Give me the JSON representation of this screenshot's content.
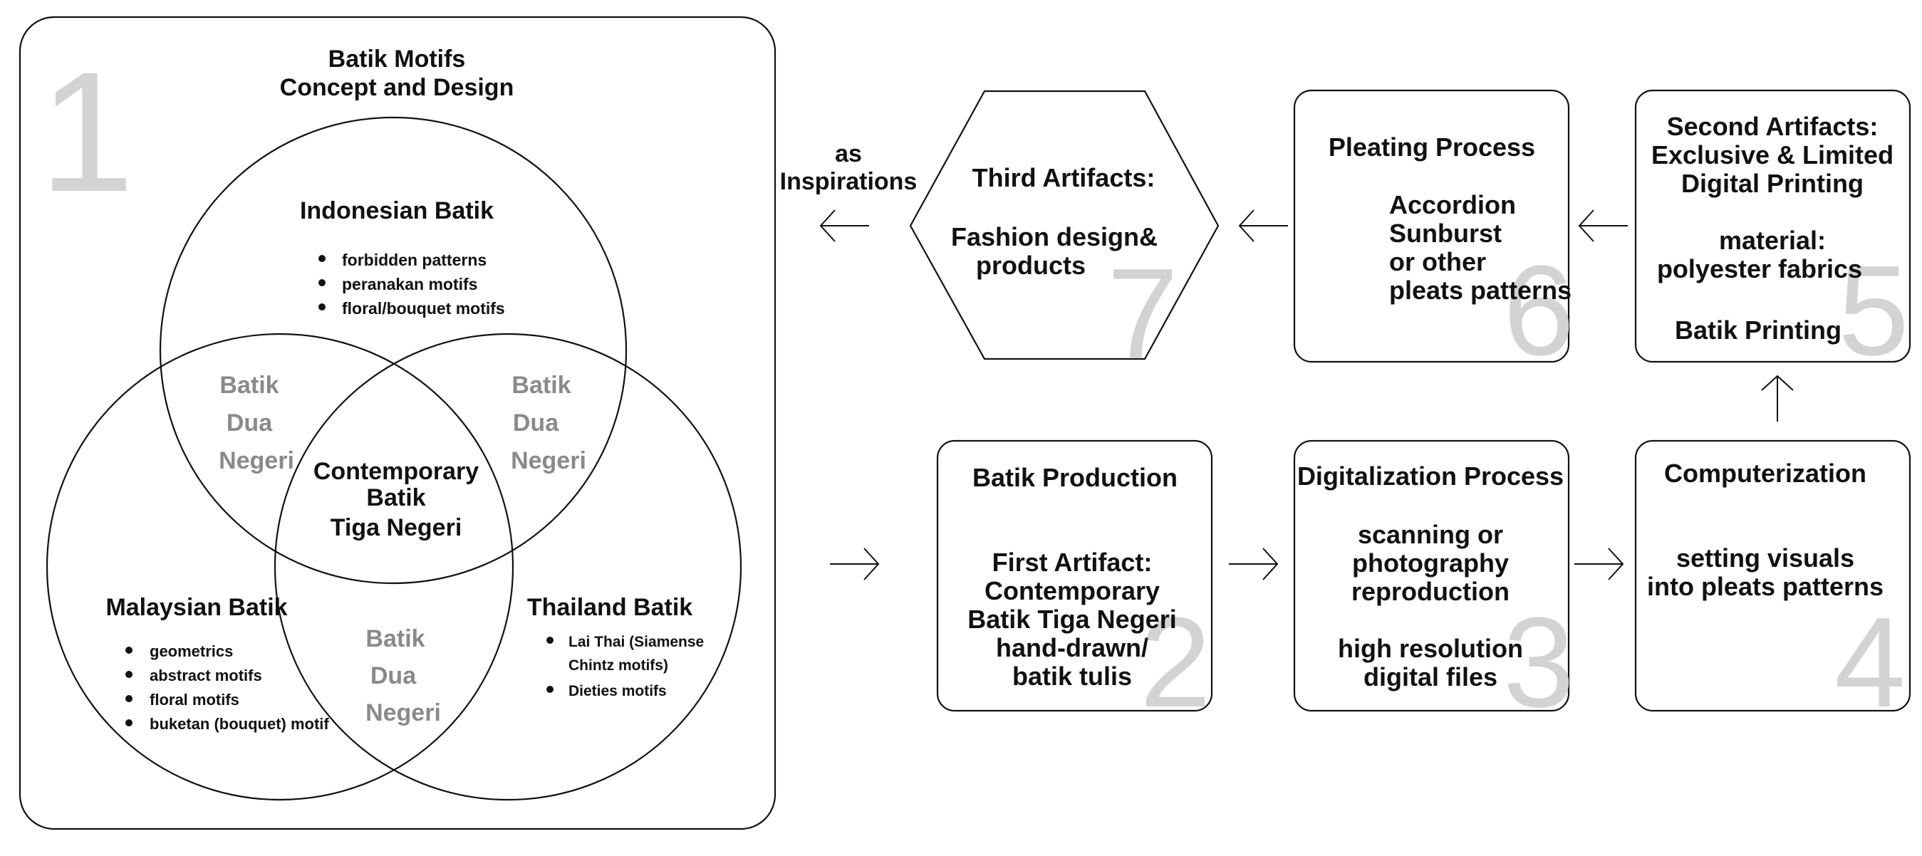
{
  "panel1": {
    "number": "1",
    "title": [
      "Batik Motifs",
      "Concept and Design"
    ]
  },
  "venn": {
    "indonesian": {
      "title": "Indonesian Batik",
      "items": [
        "forbidden patterns",
        "peranakan motifs",
        "floral/bouquet motifs"
      ]
    },
    "malaysian": {
      "title": "Malaysian Batik",
      "items": [
        "geometrics",
        "abstract motifs",
        "floral motifs",
        "buketan (bouquet) motif"
      ]
    },
    "thailand": {
      "title": "Thailand Batik",
      "items": [
        "Lai Thai (Siamense",
        "Chintz motifs)",
        "Dieties motifs"
      ]
    },
    "overlap_left": [
      "Batik",
      "Dua",
      "Negeri"
    ],
    "overlap_right": [
      "Batik",
      "Dua",
      "Negeri"
    ],
    "overlap_bottom": [
      "Batik",
      "Dua",
      "Negeri"
    ],
    "center": [
      "Contemporary",
      "Batik",
      "Tiga Negeri"
    ]
  },
  "inspirations": [
    "as",
    "Inspirations"
  ],
  "steps": {
    "s2": {
      "number": "2",
      "title": "Batik Production",
      "body": [
        "First Artifact:",
        "Contemporary",
        "Batik Tiga Negeri",
        "hand-drawn/",
        "batik tulis"
      ]
    },
    "s3": {
      "number": "3",
      "title": "Digitalization Process",
      "body": [
        "scanning or",
        "photography",
        "reproduction",
        "",
        "high resolution",
        "digital files"
      ]
    },
    "s4": {
      "number": "4",
      "title": "Computerization",
      "body": [
        "setting visuals",
        "into pleats patterns"
      ]
    },
    "s5": {
      "number": "5",
      "title": [
        "Second Artifacts:",
        "Exclusive & Limited",
        "Digital Printing"
      ],
      "body": [
        "material:",
        "polyester fabrics",
        "",
        "Batik Printing"
      ]
    },
    "s6": {
      "number": "6",
      "title": "Pleating Process",
      "body": [
        "Accordion",
        "Sunburst",
        "or other",
        "pleats patterns"
      ]
    },
    "s7": {
      "number": "7",
      "title": "Third Artifacts:",
      "body": [
        "Fashion design&",
        "products"
      ]
    }
  }
}
